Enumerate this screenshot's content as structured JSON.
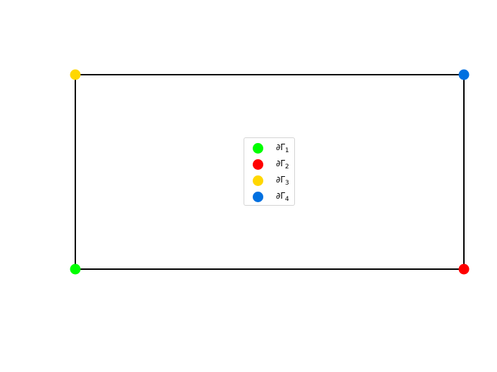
{
  "diagram": {
    "frame_color": "#000000",
    "vertices": [
      {
        "id": "bottom-left",
        "color": "#00ff00",
        "boundary": "1"
      },
      {
        "id": "bottom-right",
        "color": "#ff0000",
        "boundary": "2"
      },
      {
        "id": "top-left",
        "color": "#ffd700",
        "boundary": "3"
      },
      {
        "id": "top-right",
        "color": "#0070e0",
        "boundary": "4"
      }
    ]
  },
  "legend": {
    "items": [
      {
        "symbol": "∂Γ",
        "sub": "1",
        "color": "#00ff00"
      },
      {
        "symbol": "∂Γ",
        "sub": "2",
        "color": "#ff0000"
      },
      {
        "symbol": "∂Γ",
        "sub": "3",
        "color": "#ffd700"
      },
      {
        "symbol": "∂Γ",
        "sub": "4",
        "color": "#0070e0"
      }
    ]
  }
}
